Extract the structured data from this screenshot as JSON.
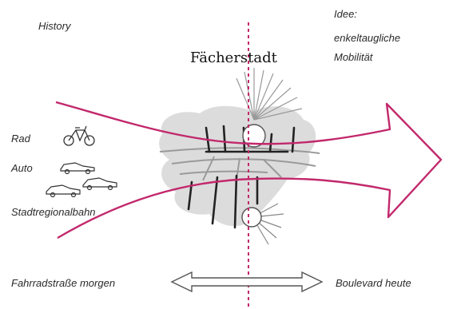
{
  "labels": {
    "history": "History",
    "idea_line1": "Idee:",
    "idea_line2": "enkeltaugliche",
    "idea_line3": "Mobilität",
    "city": "Fächerstadt",
    "rad": "Rad",
    "auto": "Auto",
    "tram": "Stadtregionalbahn",
    "left_bottom": "Fahrradstraße morgen",
    "right_bottom": "Boulevard heute"
  },
  "colors": {
    "arrow": "#c2286c",
    "axis": "#c2286c",
    "city_blob": "#dcdcdc",
    "streets_dark": "#222222",
    "streets_light": "#9a9a9a",
    "icon_stroke": "#333333"
  },
  "icons": [
    "bicycle-icon",
    "car-icon",
    "sun-icon",
    "double-arrow-icon"
  ]
}
